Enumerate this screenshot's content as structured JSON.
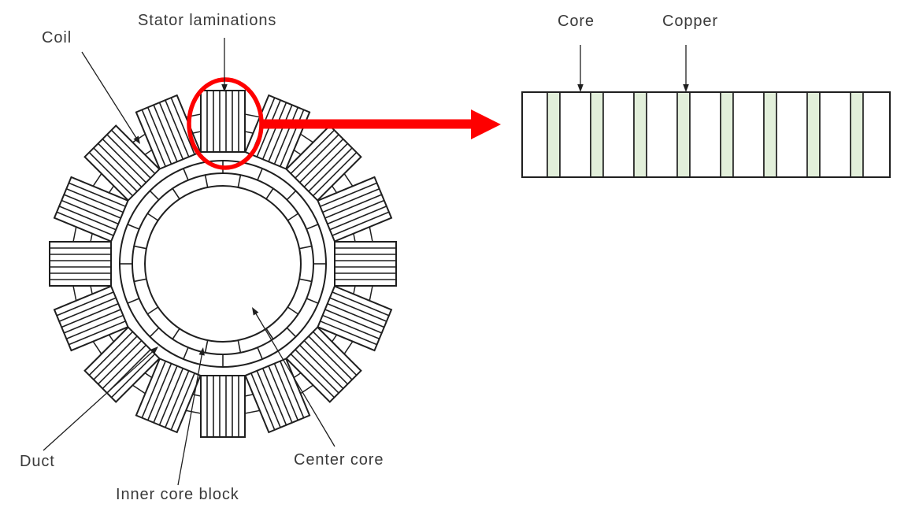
{
  "figure": {
    "type": "stator-cross-section-diagram",
    "left_view": {
      "labels": {
        "coil": "Coil",
        "stator_laminations": "Stator laminations",
        "duct": "Duct",
        "inner_core_block": "Inner core block",
        "center_core": "Center core"
      },
      "block_count": 16,
      "lamination_strips_per_block": 7,
      "inner_ring_segments_per_layer": 16
    },
    "detail_view": {
      "labels": {
        "core": "Core",
        "copper": "Copper"
      },
      "core_segment_count": 9,
      "copper_segment_count": 8
    },
    "colors": {
      "copper_fill": "#e2efda",
      "highlight_red": "#fe0000",
      "line": "#1f1f1f",
      "text": "#3a3a3a"
    }
  }
}
